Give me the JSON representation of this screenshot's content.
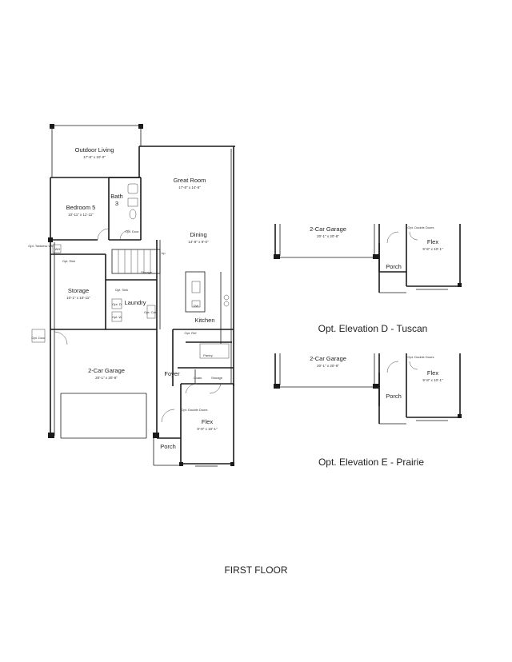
{
  "main_plan": {
    "outdoor_living": {
      "name": "Outdoor Living",
      "dim": "17'-8\" x 10'-0\""
    },
    "great_room": {
      "name": "Great Room",
      "dim": "17'-8\" x 14'-5\""
    },
    "bedroom5": {
      "name": "Bedroom 5",
      "dim": "10'-11\" x 11'-11\""
    },
    "bath3": {
      "name": "Bath",
      "num": "3"
    },
    "opt_door_bath": "Opt. Door",
    "dining": {
      "name": "Dining",
      "dim": "14'-8\" x 9'-0\""
    },
    "opt_tankless": "Opt. Tankless Wtr",
    "opt_sink": "Opt. Sink",
    "wh": "WH",
    "storage_big": {
      "name": "Storage",
      "dim": "10'-1\" x 10'-11\""
    },
    "stair_storage": "Storage",
    "up": "Up",
    "opt_sink_laundry": "Opt. Sink",
    "laundry": "Laundry",
    "opt_d": "Opt. D",
    "opt_w": "Opt. W",
    "opt_cab": "Opt. Cab",
    "kitchen": "Kitchen",
    "dw": "DW",
    "opt_ref": "Opt. Ref",
    "pantry": "Pantry",
    "opt_door_garage": "Opt. Door",
    "garage": {
      "name": "2-Car Garage",
      "dim": "20'-1\" x 20'-8\""
    },
    "foyer": "Foyer",
    "coats": "Coats",
    "storage_small": "Storage",
    "opt_double_doors": "Opt. Double Doors",
    "flex": {
      "name": "Flex",
      "dim": "9'-8\" x 10'-1\""
    },
    "porch": "Porch"
  },
  "elevation_d": {
    "garage_name": "2-Car Garage",
    "garage_dim": "20'-1\" x 20'-8\"",
    "opt_double_doors": "Opt. Double Doors",
    "flex_name": "Flex",
    "flex_dim": "9'-8\" x 10'-1\"",
    "porch": "Porch",
    "caption": "Opt. Elevation D - Tuscan"
  },
  "elevation_e": {
    "garage_name": "2-Car Garage",
    "garage_dim": "20'-1\" x 20'-8\"",
    "opt_double_doors": "Opt. Double Doors",
    "flex_name": "Flex",
    "flex_dim": "9'-8\" x 10'-1\"",
    "porch": "Porch",
    "caption": "Opt. Elevation E - Prairie"
  },
  "floor_title": "FIRST FLOOR"
}
